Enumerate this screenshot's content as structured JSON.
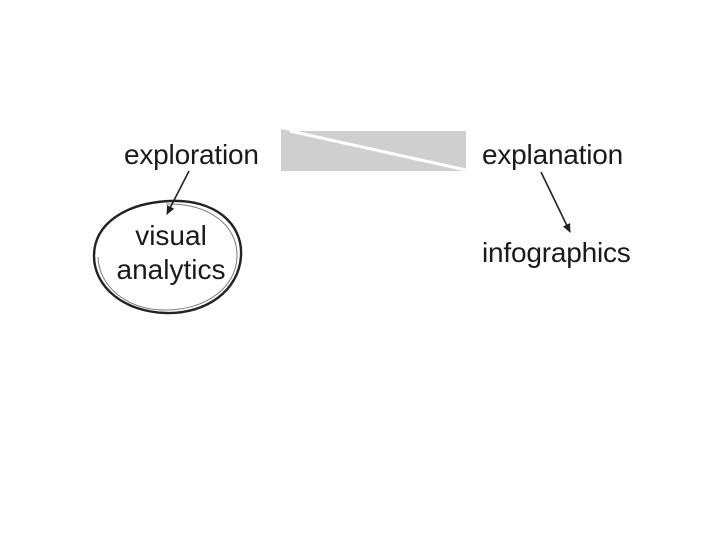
{
  "diagram": {
    "left_term": "exploration",
    "right_term": "explanation",
    "left_result_line1": "visual",
    "left_result_line2": "analytics",
    "right_result": "infographics"
  },
  "colors": {
    "text": "#1a1a1a",
    "spectrum_bar": "#cfcfcf",
    "stroke": "#222222"
  }
}
